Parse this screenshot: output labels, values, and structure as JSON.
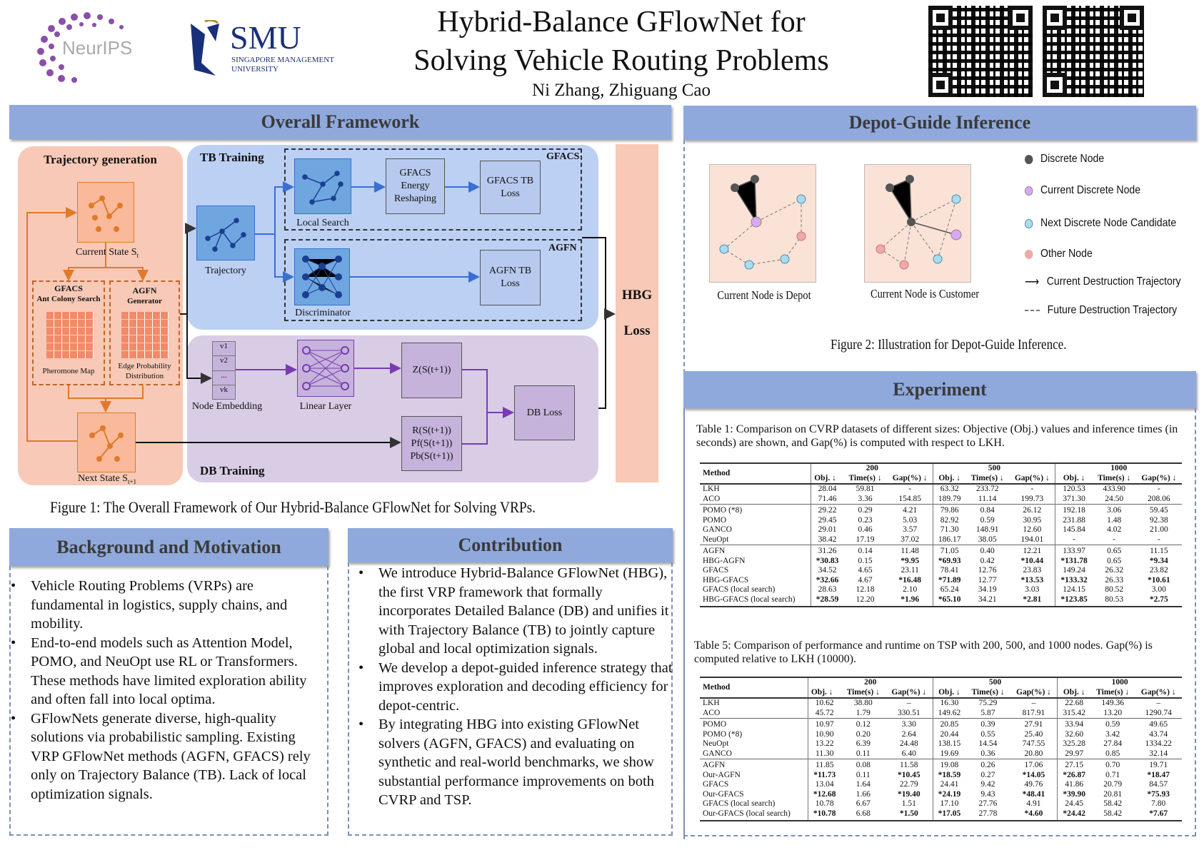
{
  "header": {
    "title_line1": "Hybrid-Balance GFlowNet for",
    "title_line2": "Solving Vehicle Routing Problems",
    "authors": "Ni Zhang, Zhiguang Cao",
    "logo_neurips": "NeurIPS",
    "logo_smu": "SMU",
    "logo_smu_sub1": "SINGAPORE MANAGEMENT",
    "logo_smu_sub2": "UNIVERSITY"
  },
  "sections": {
    "framework": "Overall Framework",
    "depot": "Depot-Guide Inference",
    "experiment": "Experiment",
    "background": "Background and Motivation",
    "contribution": "Contribution"
  },
  "framework": {
    "trajectory_generation": "Trajectory generation",
    "current_state": "Current State S",
    "current_state_sub": "t",
    "gfacs_title": "GFACS",
    "gfacs_sub": "Ant Colony Search",
    "pheromone_map": "Pheromone Map",
    "agfn_title": "AGFN",
    "agfn_sub": "Generator",
    "edge_prob": "Edge Probability Distribution",
    "next_state": "Next State S",
    "next_state_sub": "t+1",
    "tb_training": "TB Training",
    "trajectory": "Trajectory",
    "gfacs_label": "GFACS",
    "local_search": "Local Search",
    "energy_reshaping": "GFACS Energy Reshaping",
    "gfacs_tb_loss": "GFACS TB Loss",
    "agfn_label": "AGFN",
    "discriminator": "Discriminator",
    "agfn_tb_loss": "AGFN TB Loss",
    "db_training": "DB Training",
    "v1": "v1",
    "v2": "v2",
    "vdots": "...",
    "vk": "vk",
    "node_embedding": "Node Embedding",
    "linear_layer": "Linear Layer",
    "z": "Z(S(t+1))",
    "r": "R(S(t+1))",
    "pf": "Pf(S(t+1))",
    "pb": "Pb(S(t+1))",
    "db_loss": "DB Loss",
    "hbg": "HBG",
    "loss": "Loss",
    "caption": "Figure 1: The Overall Framework of Our Hybrid-Balance GFlowNet for Solving VRPs."
  },
  "depot": {
    "panel1": "Current Node is Depot",
    "panel2": "Current Node is Customer",
    "legend": [
      {
        "label": "Discrete Node",
        "color": "#555555"
      },
      {
        "label": "Current Discrete Node",
        "color": "#d9a8f0"
      },
      {
        "label": "Next Discrete Node Candidate",
        "color": "#a8dcf0"
      },
      {
        "label": "Other Node",
        "color": "#f0a8a8"
      },
      {
        "label": "Current Destruction Trajectory"
      },
      {
        "label": "Future Destruction Trajectory"
      }
    ],
    "caption": "Figure 2: Illustration for Depot-Guide Inference."
  },
  "background": [
    "Vehicle Routing Problems (VRPs) are fundamental in logistics, supply chains, and mobility.",
    "End-to-end models such as Attention Model, POMO, and NeuOpt use RL or Transformers. These methods have limited exploration ability and often fall into local optima.",
    "GFlowNets generate diverse, high-quality solutions via probabilistic sampling. Existing VRP GFlowNet methods (AGFN, GFACS) rely only on Trajectory Balance (TB). Lack of local optimization signals."
  ],
  "contribution": [
    "We introduce Hybrid-Balance GFlowNet (HBG), the first VRP framework that formally incorporates Detailed Balance (DB) and unifies it with Trajectory Balance (TB) to jointly capture global and local optimization signals.",
    "We develop a depot-guided inference strategy that improves exploration and decoding efficiency for depot-centric.",
    "By integrating HBG into existing GFlowNet solvers (AGFN, GFACS) and evaluating on synthetic and real-world benchmarks, we show substantial performance improvements on both CVRP and TSP."
  ],
  "tables": [
    {
      "caption": "Table 1: Comparison on CVRP datasets of different sizes: Objective (Obj.) values and inference times (in seconds) are shown, and Gap(%) is computed with respect to LKH.",
      "method_header": "Method",
      "sizes": [
        "200",
        "500",
        "1000"
      ],
      "cols": [
        "Obj. ↓",
        "Time(s) ↓",
        "Gap(%) ↓"
      ],
      "groups": [
        [
          [
            "LKH",
            "28.04",
            "59.81",
            "-",
            "63.32",
            "233.72",
            "-",
            "120.53",
            "433.90",
            "-"
          ],
          [
            "ACO",
            "71.46",
            "3.36",
            "154.85",
            "189.79",
            "11.14",
            "199.73",
            "371.30",
            "24.50",
            "208.06"
          ]
        ],
        [
          [
            "POMO (*8)",
            "29.22",
            "0.29",
            "4.21",
            "79.86",
            "0.84",
            "26.12",
            "192.18",
            "3.06",
            "59.45"
          ],
          [
            "POMO",
            "29.45",
            "0.23",
            "5.03",
            "82.92",
            "0.59",
            "30.95",
            "231.88",
            "1.48",
            "92.38"
          ],
          [
            "GANCO",
            "29.01",
            "0.46",
            "3.57",
            "71.30",
            "148.91",
            "12.60",
            "145.84",
            "4.02",
            "21.00"
          ],
          [
            "NeuOpt",
            "38.42",
            "17.19",
            "37.02",
            "186.17",
            "38.05",
            "194.01",
            "-",
            "-",
            "-"
          ]
        ],
        [
          [
            "AGFN",
            "31.26",
            "0.14",
            "11.48",
            "71.05",
            "0.40",
            "12.21",
            "133.97",
            "0.65",
            "11.15"
          ],
          [
            "HBG-AGFN",
            "*30.83",
            "0.15",
            "*9.95",
            "*69.93",
            "0.42",
            "*10.44",
            "*131.78",
            "0.65",
            "*9.34"
          ],
          [
            "GFACS",
            "34.52",
            "4.65",
            "23.11",
            "78.41",
            "12.76",
            "23.83",
            "149.24",
            "26.32",
            "23.82"
          ],
          [
            "HBG-GFACS",
            "*32.66",
            "4.67",
            "*16.48",
            "*71.89",
            "12.77",
            "*13.53",
            "*133.32",
            "26.33",
            "*10.61"
          ],
          [
            "GFACS (local search)",
            "28.63",
            "12.18",
            "2.10",
            "65.24",
            "34.19",
            "3.03",
            "124.15",
            "80.52",
            "3.00"
          ],
          [
            "HBG-GFACS (local search)",
            "*28.59",
            "12.20",
            "*1.96",
            "*65.10",
            "34.21",
            "*2.81",
            "*123.85",
            "80.53",
            "*2.75"
          ]
        ]
      ]
    },
    {
      "caption": "Table 5: Comparison of performance and runtime on TSP with 200, 500, and 1000 nodes. Gap(%) is computed relative to LKH (10000).",
      "method_header": "Method",
      "sizes": [
        "200",
        "500",
        "1000"
      ],
      "cols": [
        "Obj. ↓",
        "Time(s) ↓",
        "Gap(%) ↓"
      ],
      "groups": [
        [
          [
            "LKH",
            "10.62",
            "38.80",
            "–",
            "16.30",
            "75.29",
            "–",
            "22.68",
            "149.36",
            "–"
          ],
          [
            "ACO",
            "45.72",
            "1.79",
            "330.51",
            "149.62",
            "5.87",
            "817.91",
            "315.42",
            "13.20",
            "1290.74"
          ]
        ],
        [
          [
            "POMO",
            "10.97",
            "0.12",
            "3.30",
            "20.85",
            "0.39",
            "27.91",
            "33.94",
            "0.59",
            "49.65"
          ],
          [
            "POMO (*8)",
            "10.90",
            "0.20",
            "2.64",
            "20.44",
            "0.55",
            "25.40",
            "32.60",
            "3.42",
            "43.74"
          ],
          [
            "NeuOpt",
            "13.22",
            "6.39",
            "24.48",
            "138.15",
            "14.54",
            "747.55",
            "325.28",
            "27.84",
            "1334.22"
          ],
          [
            "GANCO",
            "11.30",
            "0.11",
            "6.40",
            "19.69",
            "0.36",
            "20.80",
            "29.97",
            "0.85",
            "32.14"
          ]
        ],
        [
          [
            "AGFN",
            "11.85",
            "0.08",
            "11.58",
            "19.08",
            "0.26",
            "17.06",
            "27.15",
            "0.70",
            "19.71"
          ],
          [
            "Our-AGFN",
            "*11.73",
            "0.11",
            "*10.45",
            "*18.59",
            "0.27",
            "*14.05",
            "*26.87",
            "0.71",
            "*18.47"
          ],
          [
            "GFACS",
            "13.04",
            "1.64",
            "22.79",
            "24.41",
            "9.42",
            "49.76",
            "41.86",
            "20.79",
            "84.57"
          ],
          [
            "Our-GFACS",
            "*12.68",
            "1.66",
            "*19.40",
            "*24.19",
            "9.43",
            "*48.41",
            "*39.90",
            "20.81",
            "*75.93"
          ],
          [
            "GFACS (local search)",
            "10.78",
            "6.67",
            "1.51",
            "17.10",
            "27.76",
            "4.91",
            "24.45",
            "58.42",
            "7.80"
          ],
          [
            "Our-GFACS (local search)",
            "*10.78",
            "6.68",
            "*1.50",
            "*17.05",
            "27.78",
            "*4.60",
            "*24.42",
            "58.42",
            "*7.67"
          ]
        ]
      ]
    }
  ]
}
